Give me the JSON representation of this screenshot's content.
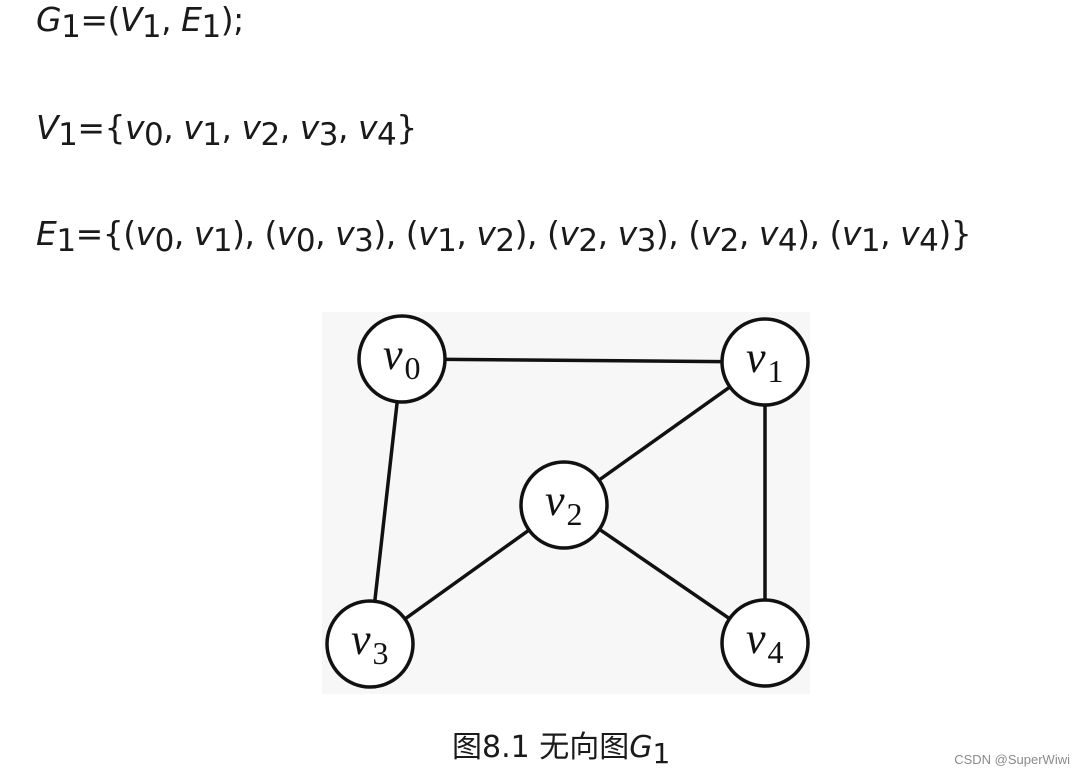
{
  "formulas": {
    "graph_def": {
      "name": "G",
      "name_sub": "1",
      "eq": "=(",
      "v": "V",
      "v_sub": "1",
      "comma": ", ",
      "e": "E",
      "e_sub": "1",
      "end": ");"
    },
    "vertex_set": {
      "name": "V",
      "name_sub": "1",
      "open": "={",
      "items": [
        {
          "var": "v",
          "sub": "0"
        },
        {
          "var": "v",
          "sub": "1"
        },
        {
          "var": "v",
          "sub": "2"
        },
        {
          "var": "v",
          "sub": "3"
        },
        {
          "var": "v",
          "sub": "4"
        }
      ],
      "close": "}"
    },
    "edge_set": {
      "name": "E",
      "name_sub": "1",
      "open": "={",
      "edges": [
        [
          {
            "var": "v",
            "sub": "0"
          },
          {
            "var": "v",
            "sub": "1"
          }
        ],
        [
          {
            "var": "v",
            "sub": "0"
          },
          {
            "var": "v",
            "sub": "3"
          }
        ],
        [
          {
            "var": "v",
            "sub": "1"
          },
          {
            "var": "v",
            "sub": "2"
          }
        ],
        [
          {
            "var": "v",
            "sub": "2"
          },
          {
            "var": "v",
            "sub": "3"
          }
        ],
        [
          {
            "var": "v",
            "sub": "2"
          },
          {
            "var": "v",
            "sub": "4"
          }
        ],
        [
          {
            "var": "v",
            "sub": "1"
          },
          {
            "var": "v",
            "sub": "4"
          }
        ]
      ],
      "close": "}"
    }
  },
  "graph": {
    "nodes": [
      {
        "id": "v0",
        "var": "v",
        "sub": "0"
      },
      {
        "id": "v1",
        "var": "v",
        "sub": "1"
      },
      {
        "id": "v2",
        "var": "v",
        "sub": "2"
      },
      {
        "id": "v3",
        "var": "v",
        "sub": "3"
      },
      {
        "id": "v4",
        "var": "v",
        "sub": "4"
      }
    ],
    "edges": [
      [
        "v0",
        "v1"
      ],
      [
        "v0",
        "v3"
      ],
      [
        "v1",
        "v2"
      ],
      [
        "v2",
        "v3"
      ],
      [
        "v2",
        "v4"
      ],
      [
        "v1",
        "v4"
      ]
    ],
    "colors": {
      "stroke": "#111111",
      "fill": "#ffffff",
      "panel": "#f7f7f7"
    }
  },
  "caption": {
    "prefix": "图8.1 无向图",
    "var": "G",
    "sub": "1"
  },
  "watermark": "CSDN @SuperWiwi"
}
